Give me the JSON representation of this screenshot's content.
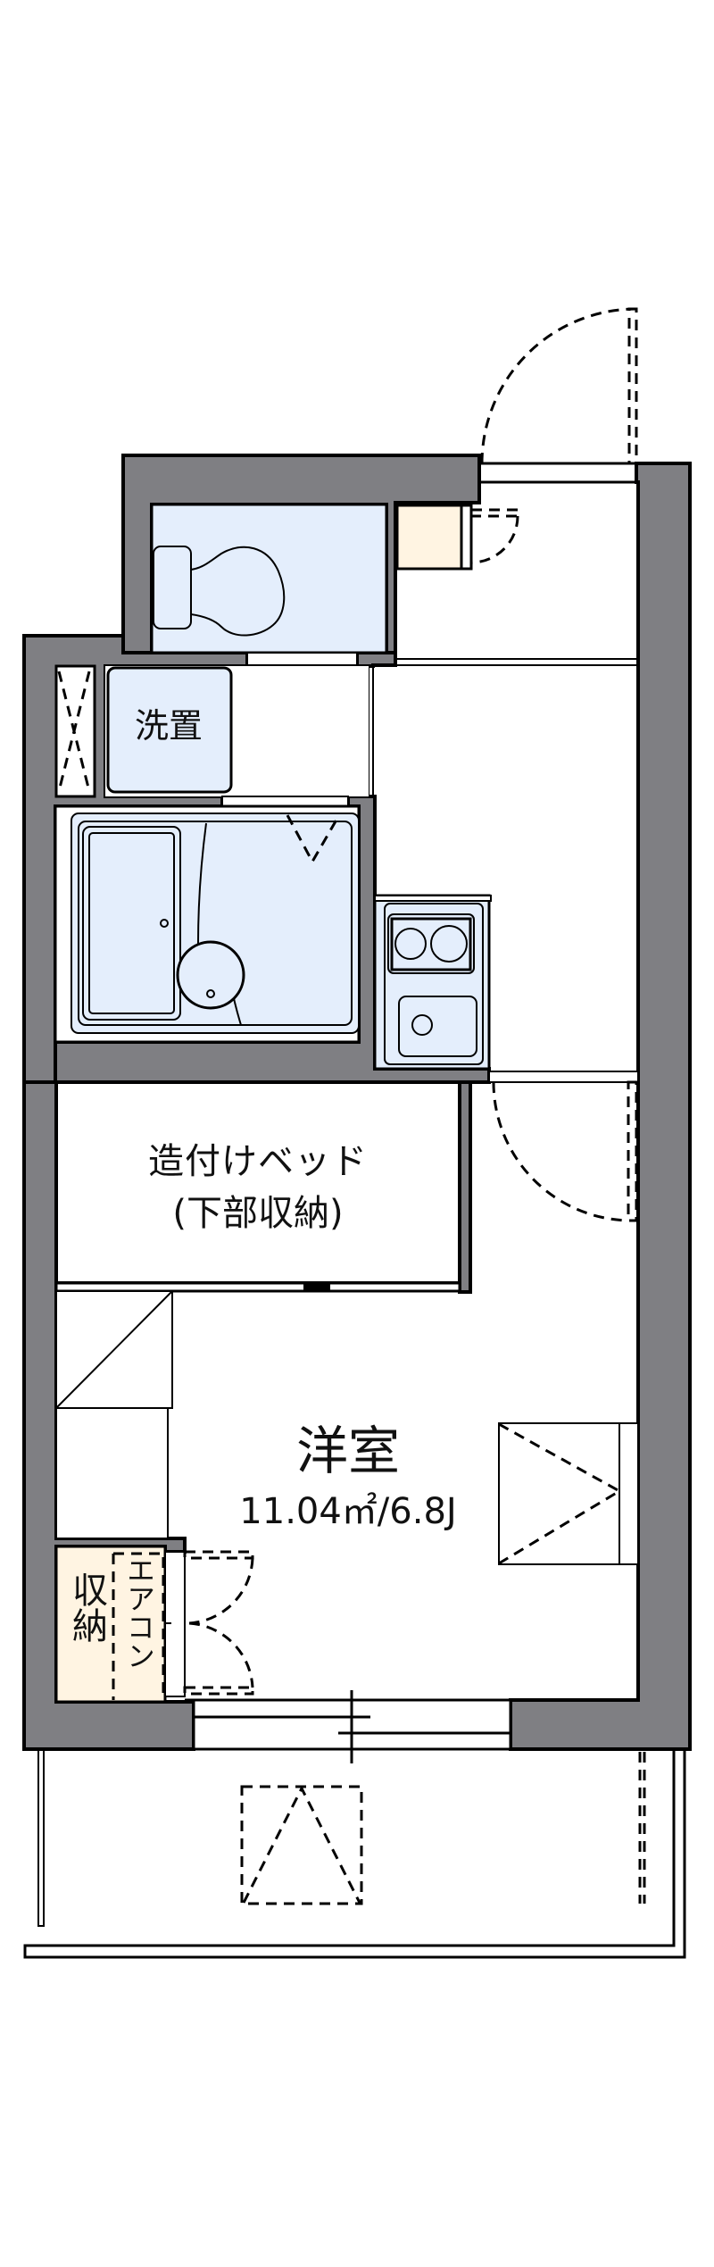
{
  "floor_plan": {
    "title": "1K floor plan",
    "rooms": {
      "western_room": {
        "name": "洋室",
        "area": "11.04㎡/6.8J"
      },
      "built_in_bed": {
        "line1": "造付けベッド",
        "line2": "(下部収納)"
      },
      "washer_space": {
        "name": "洗置"
      },
      "storage": {
        "name": "収納"
      },
      "aircon": {
        "name": "エアコン"
      }
    },
    "fixtures": [
      "toilet",
      "unit-bath",
      "washbasin",
      "two-burner-stove",
      "kitchen-sink",
      "shoe-cabinet",
      "entrance-door",
      "sliding-window",
      "balcony"
    ],
    "colors": {
      "wall": "#7f7f83",
      "wet_area": "#e4eefc",
      "storage": "#fff4e2",
      "line": "#000000"
    }
  }
}
